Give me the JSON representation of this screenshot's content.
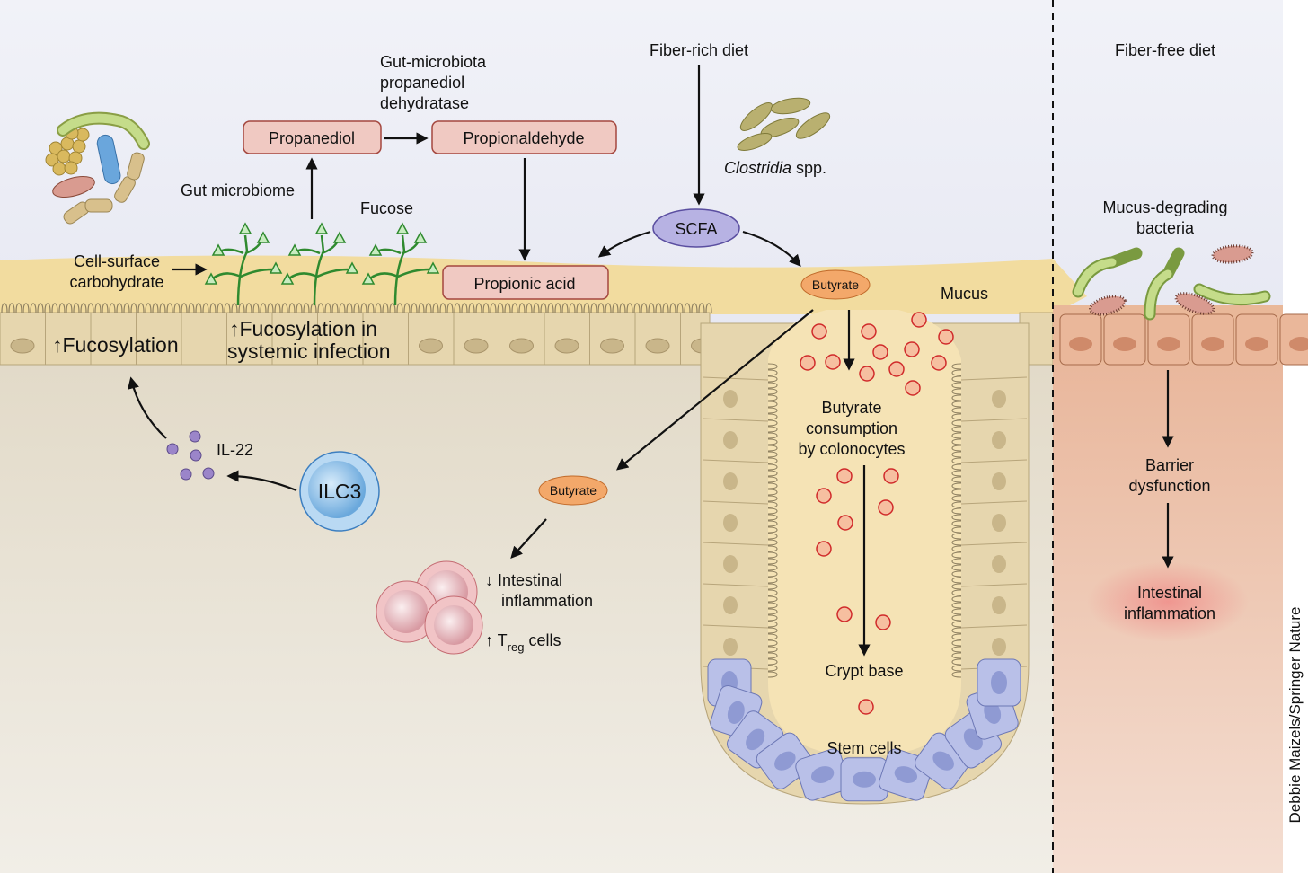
{
  "labels": {
    "enzyme": [
      "Gut-microbiota",
      "propanediol",
      "dehydratase"
    ],
    "propanediol": "Propanediol",
    "propionaldehyde": "Propionaldehyde",
    "propionic_acid": "Propionic acid",
    "gut_microbiome": "Gut microbiome",
    "fucose": "Fucose",
    "cell_surface": [
      "Cell-surface",
      "carbohydrate"
    ],
    "fucosylation": "↑Fucosylation",
    "fucosylation_infection": [
      "↑Fucosylation in",
      "systemic infection"
    ],
    "il22": "IL-22",
    "ilc3": "ILC3",
    "fiber_rich": "Fiber-rich diet",
    "clostridia": "Clostridia",
    "clostridia_suffix": " spp.",
    "scfa": "SCFA",
    "butyrate_top": "Butyrate",
    "butyrate_low": "Butyrate",
    "mucus": "Mucus",
    "butyrate_consumption": [
      "Butyrate",
      "consumption",
      "by colonocytes"
    ],
    "crypt_base": "Crypt base",
    "stem_cells": "Stem cells",
    "inflammation_down": [
      "↓ Intestinal",
      "inflammation"
    ],
    "treg_arrow": "↑ T",
    "treg_sub": "reg",
    "treg_suffix": " cells",
    "fiber_free": "Fiber-free diet",
    "mucus_degrading": [
      "Mucus-degrading",
      "bacteria"
    ],
    "barrier": [
      "Barrier",
      "dysfunction"
    ],
    "intestinal_inflammation": [
      "Intestinal",
      "inflammation"
    ]
  },
  "credit": "Debbie Maizels/Springer Nature",
  "colors": {
    "lumen": "#dfe1ef",
    "mucus": "#f2dc9f",
    "epithelium": "#e6d6ae",
    "lamina": "#e7e0d2",
    "stem": "#b9c0e8",
    "box": "#f0c9c2",
    "butyrate": "#f3a86a",
    "scfa": "#b7b2e3",
    "dysfunction": "#edc3aa"
  }
}
